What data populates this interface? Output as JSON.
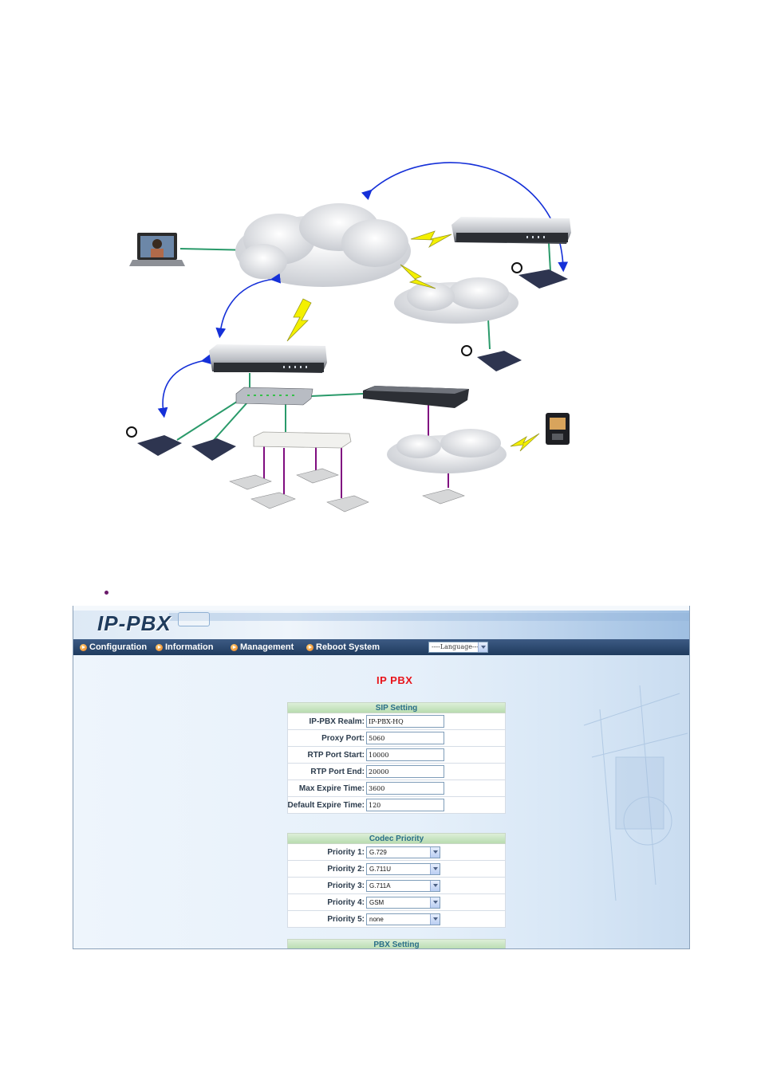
{
  "app": {
    "logo": "IP-PBX",
    "menu": [
      {
        "label": "Configuration"
      },
      {
        "label": "Information"
      },
      {
        "label": "Management"
      },
      {
        "label": "Reboot System"
      }
    ],
    "language_select": "----Language----",
    "page_title": "IP PBX",
    "sip_setting": {
      "header": "SIP Setting",
      "fields": [
        {
          "label": "IP-PBX Realm:",
          "value": "IP-PBX-HQ"
        },
        {
          "label": "Proxy Port:",
          "value": "5060"
        },
        {
          "label": "RTP Port Start:",
          "value": "10000"
        },
        {
          "label": "RTP Port End:",
          "value": "20000"
        },
        {
          "label": "Max Expire Time:",
          "value": "3600"
        },
        {
          "label": "Default Expire Time:",
          "value": "120"
        }
      ]
    },
    "codec_priority": {
      "header": "Codec Priority",
      "fields": [
        {
          "label": "Priority 1:",
          "value": "G.729"
        },
        {
          "label": "Priority 2:",
          "value": "G.711U"
        },
        {
          "label": "Priority 3:",
          "value": "G.711A"
        },
        {
          "label": "Priority 4:",
          "value": "GSM"
        },
        {
          "label": "Priority 5:",
          "value": "none"
        }
      ]
    },
    "pbx_setting": {
      "header": "PBX Setting"
    }
  }
}
